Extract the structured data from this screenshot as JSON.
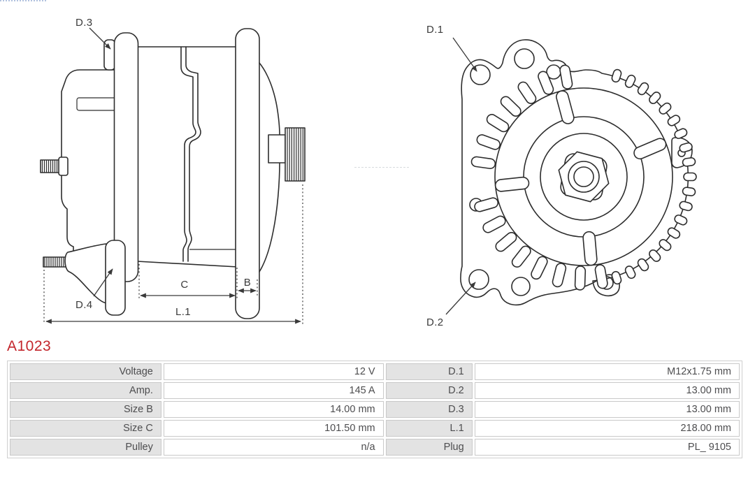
{
  "part": {
    "code": "A1023"
  },
  "diagram": {
    "side_view": {
      "labels": {
        "d3": "D.3",
        "d4": "D.4",
        "b": "B",
        "c": "C",
        "l1": "L.1"
      }
    },
    "front_view": {
      "labels": {
        "d1": "D.1",
        "d2": "D.2"
      }
    }
  },
  "spec_table": {
    "left_rows": [
      {
        "label": "Voltage",
        "value": "12 V"
      },
      {
        "label": "Amp.",
        "value": "145 A"
      },
      {
        "label": "Size B",
        "value": "14.00 mm"
      },
      {
        "label": "Size C",
        "value": "101.50 mm"
      },
      {
        "label": "Pulley",
        "value": "n/a"
      }
    ],
    "right_rows": [
      {
        "label": "D.1",
        "value": "M12x1.75 mm"
      },
      {
        "label": "D.2",
        "value": "13.00 mm"
      },
      {
        "label": "D.3",
        "value": "13.00 mm"
      },
      {
        "label": "L.1",
        "value": "218.00 mm"
      },
      {
        "label": "Plug",
        "value": "PL_ 9105"
      }
    ]
  },
  "colors": {
    "accent_red": "#c3262c",
    "label_cell_bg": "#e3e3e3",
    "cell_border": "#c9c9c9",
    "table_text": "#4d4d4f",
    "drawing_line": "#2d2d2d"
  }
}
